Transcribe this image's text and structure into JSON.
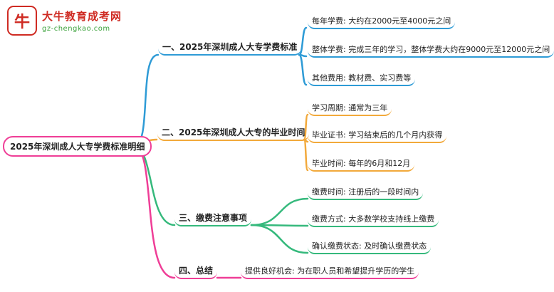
{
  "logo": {
    "icon_label": "牛",
    "title": "大牛教育成考网",
    "subtitle": "gz-chengkao.com"
  },
  "colors": {
    "branch1": "#2e9bd6",
    "branch2": "#f2a93b",
    "branch3": "#35b97c",
    "branch4": "#ef3e97",
    "logo_red": "#cf2b23",
    "logo_green": "#3ea33e"
  },
  "root": {
    "label": "2025年深圳成人大专学费标准明细"
  },
  "branches": [
    {
      "label": "一、2025年深圳成人大专学费标准",
      "color": "#2e9bd6",
      "children": [
        "每年学费: 大约在2000元至4000元之间",
        "整体学费: 完成三年的学习，整体学费大约在9000元至12000元之间",
        "其他费用: 教材费、实习费等"
      ]
    },
    {
      "label": "二、2025年深圳成人大专的毕业时间",
      "color": "#f2a93b",
      "children": [
        "学习周期: 通常为三年",
        "毕业证书: 学习结束后的几个月内获得",
        "毕业时间: 每年的6月和12月"
      ]
    },
    {
      "label": "三、缴费注意事项",
      "color": "#35b97c",
      "children": [
        "缴费时间: 注册后的一段时间内",
        "缴费方式: 大多数学校支持线上缴费",
        "确认缴费状态: 及时确认缴费状态"
      ]
    },
    {
      "label": "四、总结",
      "color": "#ef3e97",
      "children": [
        "提供良好机会: 为在职人员和希望提升学历的学生"
      ]
    }
  ]
}
